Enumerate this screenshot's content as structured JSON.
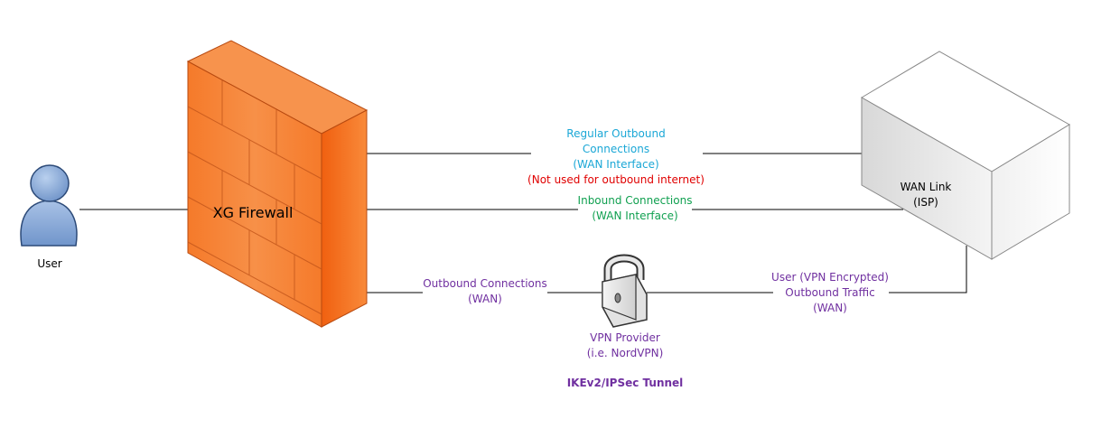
{
  "user": {
    "label": "User"
  },
  "firewall": {
    "label": "XG Firewall"
  },
  "wan": {
    "label_line1": "WAN Link",
    "label_line2": "(ISP)"
  },
  "vpn": {
    "label_line1": "VPN Provider",
    "label_line2": "(i.e. NordVPN)",
    "tunnel": "IKEv2/IPSec Tunnel"
  },
  "connections": {
    "regular": {
      "line1": "Regular Outbound",
      "line2": "Connections",
      "line3": "(WAN Interface)",
      "note": "(Not used for outbound internet)"
    },
    "inbound": {
      "line1": "Inbound Connections",
      "line2": "(WAN Interface)"
    },
    "outbound_wan": {
      "line1": "Outbound Connections",
      "line2": "(WAN)"
    },
    "vpn_traffic": {
      "line1": "User (VPN Encrypted)",
      "line2": "Outbound Traffic",
      "line3": "(WAN)"
    }
  },
  "colors": {
    "regular": "#1aa7d6",
    "note": "#e00000",
    "inbound": "#10a050",
    "vpn": "#7030a0",
    "firewall": "#f26b1f",
    "user": "#7ea6d8"
  },
  "icons": [
    "user-icon",
    "firewall-icon",
    "server-box-icon",
    "padlock-icon"
  ]
}
